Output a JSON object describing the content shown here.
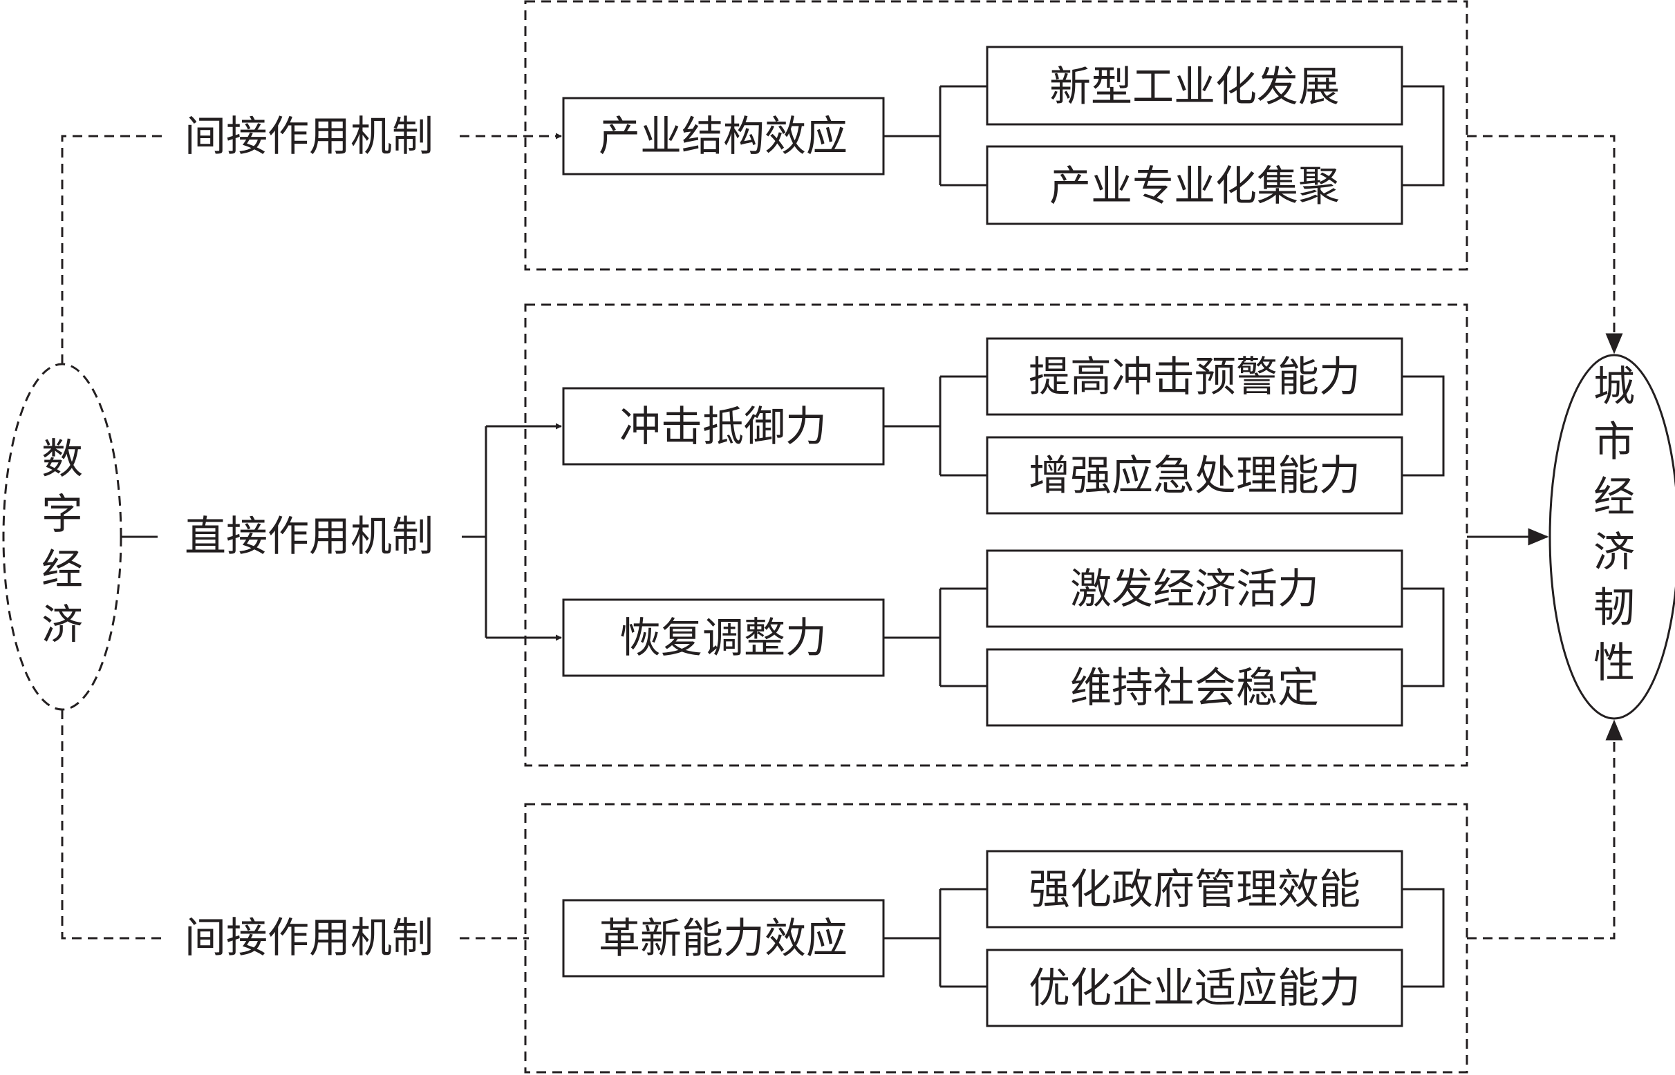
{
  "source_node": {
    "chars": [
      "数",
      "字",
      "经",
      "济"
    ]
  },
  "target_node": {
    "chars": [
      "城",
      "市",
      "经",
      "济",
      "韧",
      "性"
    ]
  },
  "mechanisms": {
    "top": "间接作用机制",
    "middle": "直接作用机制",
    "bottom": "间接作用机制"
  },
  "groups": {
    "top": {
      "effect": "产业结构效应",
      "items": [
        "新型工业化发展",
        "产业专业化集聚"
      ]
    },
    "middle": {
      "effects": [
        {
          "label": "冲击抵御力",
          "items": [
            "提高冲击预警能力",
            "增强应急处理能力"
          ]
        },
        {
          "label": "恢复调整力",
          "items": [
            "激发经济活力",
            "维持社会稳定"
          ]
        }
      ]
    },
    "bottom": {
      "effect": "革新能力效应",
      "items": [
        "强化政府管理效能",
        "优化企业适应能力"
      ]
    }
  },
  "colors": {
    "ink": "#231f20",
    "background": "#ffffff"
  }
}
